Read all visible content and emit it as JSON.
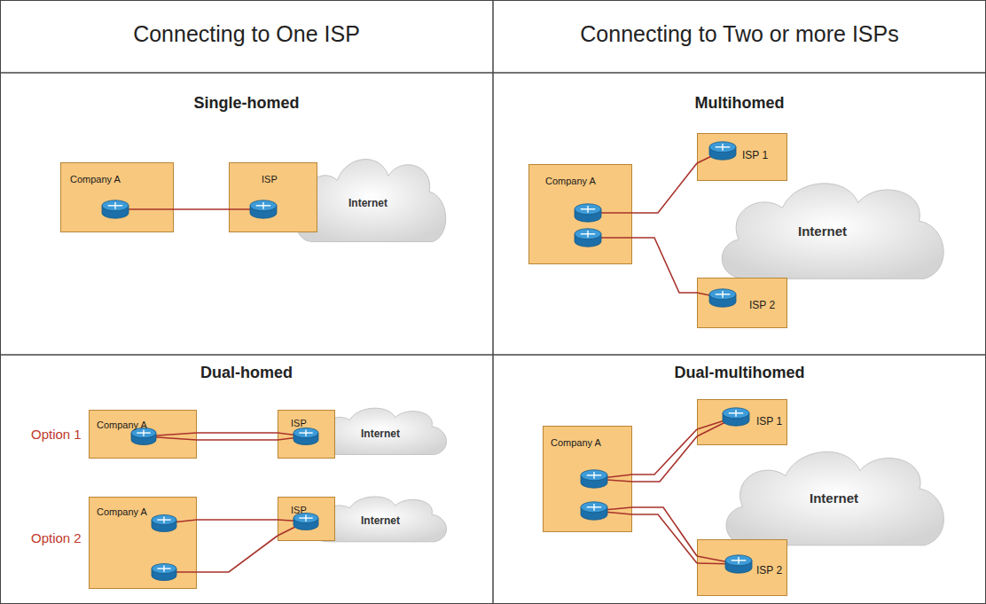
{
  "diagram": {
    "nodes": [
      {
        "text": [
          "Connecting to One ISP"
        ]
      },
      {
        "text": [
          "Connecting to Two or more ISPs"
        ]
      },
      {
        "text": [
          "Single-homed"
        ]
      },
      {
        "text": [
          "Company A"
        ],
        "in": 2
      },
      {
        "text": [
          "ISP"
        ],
        "in": 2
      },
      {
        "text": [
          "Internet"
        ],
        "in": 2
      },
      {
        "text": [
          "Multihomed"
        ]
      },
      {
        "text": [
          "Company A"
        ],
        "in": 6
      },
      {
        "text": [
          "ISP 1"
        ],
        "in": 6
      },
      {
        "text": [
          "ISP 2"
        ],
        "in": 6
      },
      {
        "text": [
          "Internet"
        ],
        "in": 6
      },
      {
        "text": [
          "Dual-homed"
        ]
      },
      {
        "text": [
          "Company A"
        ],
        "in": 11
      },
      {
        "text": [
          "ISP"
        ],
        "in": 11
      },
      {
        "text": [
          "Internet"
        ],
        "in": 11
      },
      {
        "text": [
          "Company A"
        ],
        "in": 11
      },
      {
        "text": [
          "ISP"
        ],
        "in": 11
      },
      {
        "text": [
          "Internet"
        ],
        "in": 11
      },
      {
        "text": [
          "Dual-multihomed"
        ]
      },
      {
        "text": [
          "Company A"
        ],
        "in": 18
      },
      {
        "text": [
          "ISP 1"
        ],
        "in": 18
      },
      {
        "text": [
          "Internet"
        ],
        "in": 18
      },
      {
        "text": [
          "ISP 2"
        ],
        "in": 18
      }
    ],
    "edges": [
      {
        "from": 3,
        "to": 4,
        "arrow": "none"
      },
      {
        "from": 7,
        "to": 8,
        "arrow": "none"
      },
      {
        "from": 7,
        "to": 9,
        "arrow": "none"
      },
      {
        "from": 12,
        "to": 13,
        "arrow": "none"
      },
      {
        "from": 12,
        "to": 13,
        "arrow": "none"
      },
      {
        "from": 15,
        "to": 16,
        "arrow": "none"
      },
      {
        "from": 15,
        "to": 16,
        "arrow": "none"
      },
      {
        "from": 19,
        "to": 20,
        "arrow": "none"
      },
      {
        "from": 19,
        "to": 20,
        "arrow": "none"
      },
      {
        "from": 19,
        "to": 22,
        "arrow": "none"
      },
      {
        "from": 19,
        "to": 22,
        "arrow": "none"
      }
    ],
    "labels": [
      "Option 1",
      "Option 2"
    ]
  }
}
